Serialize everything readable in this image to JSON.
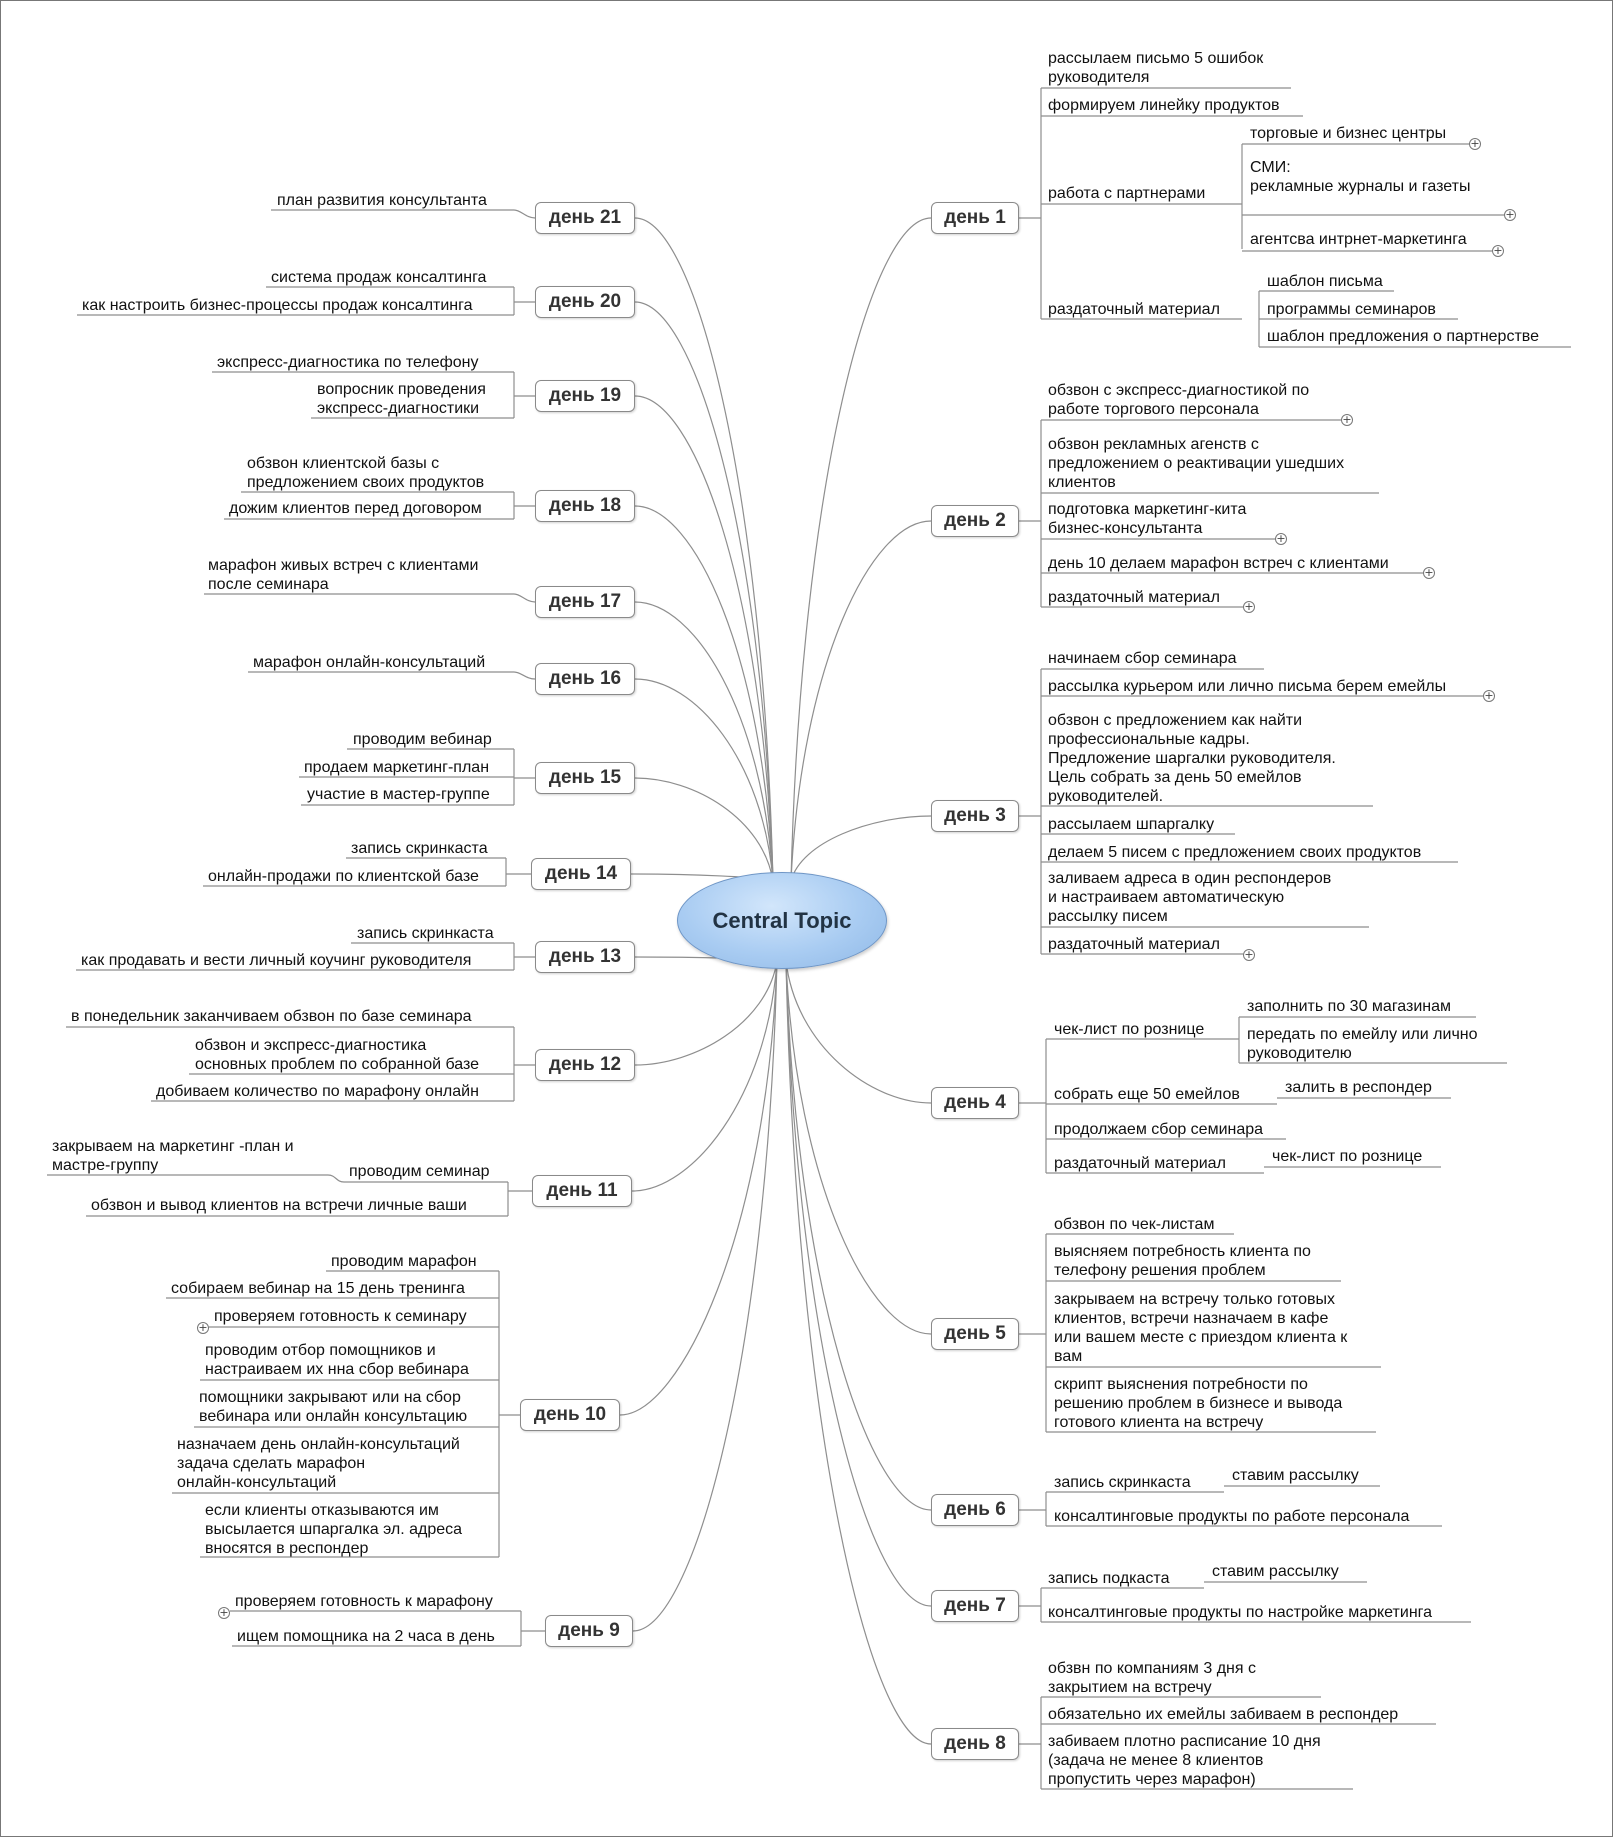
{
  "central": "Central Topic",
  "colors": {
    "line": "#8e8e8e",
    "central_fill": "#a9ccf2",
    "central_border": "#6f96c6"
  },
  "days": {
    "d1": "день 1",
    "d2": "день 2",
    "d3": "день 3",
    "d4": "день 4",
    "d5": "день 5",
    "d6": "день 6",
    "d7": "день 7",
    "d8": "день 8",
    "d9": "день 9",
    "d10": "день 10",
    "d11": "день 11",
    "d12": "день 12",
    "d13": "день 13",
    "d14": "день 14",
    "d15": "день 15",
    "d16": "день 16",
    "d17": "день 17",
    "d18": "день 18",
    "d19": "день 19",
    "d20": "день 20",
    "d21": "день 21"
  },
  "items": {
    "d1_a": "рассылаем письмо 5 ошибок\nруководителя",
    "d1_b": "формируем линейку продуктов",
    "d1_c": "работа с партнерами",
    "d1_c1": "торговые и бизнес центры",
    "d1_c2": "СМИ:\nрекламные журналы и газеты",
    "d1_c3": "агентсва интрнет-маркетинга",
    "d1_d": "раздаточный материал",
    "d1_d1": "шаблон письма",
    "d1_d2": "программы семинаров",
    "d1_d3": "шаблон предложения о партнерстве",
    "d2_a": "обзвон с экспресс-диагностикой по\nработе торгового персонала",
    "d2_b": "обзвон рекламных агенств с\nпредложением о реактивации ушедших\nклиентов",
    "d2_c": "подготовка маркетинг-кита\nбизнес-консультанта",
    "d2_d": "день 10 делаем марафон встреч с клиентами",
    "d2_e": "раздаточный материал",
    "d3_a": "начинаем сбор семинара",
    "d3_b": "рассылка курьером или лично письма берем емейлы",
    "d3_c": "обзвон с предложением как найти\nпрофессиональные кадры.\nПредложение шаргалки руководителя.\nЦель собрать за день 50 емейлов\nруководителей.",
    "d3_d": "рассылаем шпаргалку",
    "d3_e": "делаем 5 писем с предложением своих продуктов",
    "d3_f": "заливаем адреса в один респондеров\nи настраиваем автоматическую\nрассылку писем",
    "d3_g": "раздаточный материал",
    "d4_a": "чек-лист по рознице",
    "d4_a1": "заполнить по 30 магазинам",
    "d4_a2": "передать по емейлу или лично\nруководителю",
    "d4_b": "собрать еще 50 емейлов",
    "d4_b1": "залить в респондер",
    "d4_c": "продолжаем сбор семинара",
    "d4_d": "раздаточный материал",
    "d4_d1": "чек-лист по рознице",
    "d5_a": "обзвон по чек-листам",
    "d5_b": "выясняем потребность клиента по\nтелефону решения проблем",
    "d5_c": "закрываем на встречу только готовых\nклиентов, встречи назначаем в кафе\nили вашем месте с приездом клиента к\nвам",
    "d5_d": "скрипт выяснения потребности по\nрешению проблем в бизнесе и вывода\nготового клиента на встречу",
    "d6_a": "запись скринкаста",
    "d6_a1": "ставим рассылку",
    "d6_b": "консалтинговые продукты по работе персонала",
    "d7_a": "запись подкаста",
    "d7_a1": "ставим рассылку",
    "d7_b": "консалтинговые продукты по настройке маркетинга",
    "d8_a": "обзвн по компаниям 3 дня с\nзакрытием на встречу",
    "d8_b": "обязательно их емейлы забиваем в респондер",
    "d8_c": "забиваем плотно расписание 10 дня\n(задача не менее 8 клиентов\nпропустить через марафон)",
    "d9_a": "проверяем готовность к марафону",
    "d9_b": "ищем помощника на 2 часа в день",
    "d10_a": "проводим марафон",
    "d10_b": "собираем вебинар на 15 день тренинга",
    "d10_c": "проверяем готовность к семинару",
    "d10_d": "проводим отбор помощников и\nнастраиваем их нна сбор вебинара",
    "d10_e": "помощники закрывают или на сбор\nвебинара или онлайн консультацию",
    "d10_f": "назначаем день онлайн-консультаций\nзадача сделать марафон\nонлайн-консультаций",
    "d10_g": "если клиенты отказываются им\nвысылается шпаргалка эл. адреса\nвносятся в респондер",
    "d11_a": "проводим семинар",
    "d11_a1": "закрываем на маркетинг -план и\nмастре-группу",
    "d11_b": "обзвон и вывод клиентов на  встречи личные ваши",
    "d12_a": "в понедельник заканчиваем обзвон по базе семинара",
    "d12_b": "обзвон и экспресс-диагностика\nосновных проблем по собранной базе",
    "d12_c": "добиваем количество по марафону онлайн",
    "d13_a": "запись скринкаста",
    "d13_b": "как продавать и вести личный коучинг руководителя",
    "d14_a": "запись скринкаста",
    "d14_b": "онлайн-продажи по клиентской базе",
    "d15_a": "проводим вебинар",
    "d15_b": "продаем маркетинг-план",
    "d15_c": "участие в мастер-группе",
    "d16_a": "марафон онлайн-консультаций",
    "d17_a": "марафон живых встреч с клиентами\nпосле семинара",
    "d18_a": "обзвон клиентской базы с\nпредложением своих продуктов",
    "d18_b": "дожим клиентов перед договором",
    "d19_a": "экспресс-диагностика по телефону",
    "d19_b": "вопросник проведения\nэкспресс-диагностики",
    "d20_a": "система продаж консалтинга",
    "d20_b": "как настроить бизнес-процессы продаж консалтинга",
    "d21_a": "план развития консультанта"
  }
}
